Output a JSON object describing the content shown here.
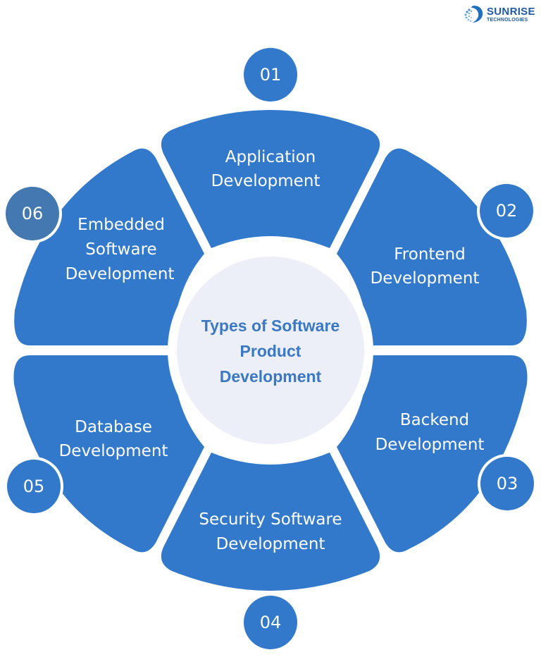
{
  "brand": {
    "name": "SUNRISE",
    "subtitle": "TECHNOLOGIES",
    "icon": "sunrise-swirl-logo-icon"
  },
  "center": {
    "lines": [
      "Types of Software",
      "Product",
      "Development"
    ],
    "title": "Types of Software Product Development"
  },
  "colors": {
    "petal": "#3279cc",
    "badge": "#3279cc",
    "badge_highlight": "#4478b0",
    "center_fill": "#eceff8",
    "center_text": "#3a78c4",
    "gap": "#ffffff"
  },
  "items": [
    {
      "number": "01",
      "lines": [
        "Application",
        "Development"
      ]
    },
    {
      "number": "02",
      "lines": [
        "Frontend",
        "Development"
      ]
    },
    {
      "number": "03",
      "lines": [
        "Backend",
        "Development"
      ]
    },
    {
      "number": "04",
      "lines": [
        "Security Software",
        "Development"
      ]
    },
    {
      "number": "05",
      "lines": [
        "Database",
        "Development"
      ]
    },
    {
      "number": "06",
      "lines": [
        "Embedded",
        "Software",
        "Development"
      ]
    }
  ]
}
